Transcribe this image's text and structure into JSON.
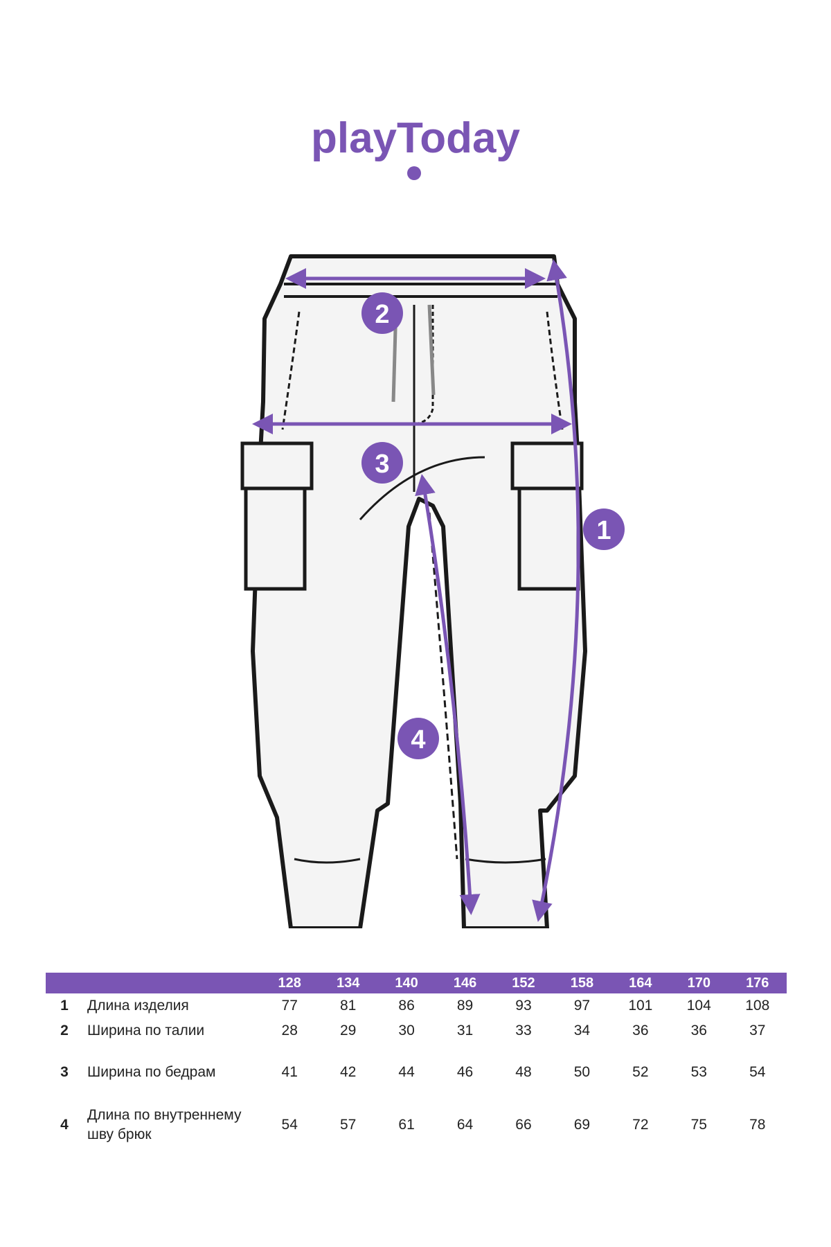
{
  "brand": {
    "name": "playToday",
    "color": "#7a55b4"
  },
  "diagram": {
    "markers": [
      "1",
      "2",
      "3",
      "4"
    ],
    "accent": "#7a55b4",
    "outline": "#1a1a1a"
  },
  "size_table": {
    "header_color": "#7a55b4",
    "sizes": [
      "128",
      "134",
      "140",
      "146",
      "152",
      "158",
      "164",
      "170",
      "176"
    ],
    "rows": [
      {
        "num": "1",
        "label": "Длина изделия",
        "values": [
          "77",
          "81",
          "86",
          "89",
          "93",
          "97",
          "101",
          "104",
          "108"
        ]
      },
      {
        "num": "2",
        "label": "Ширина по талии",
        "values": [
          "28",
          "29",
          "30",
          "31",
          "33",
          "34",
          "36",
          "36",
          "37"
        ]
      },
      {
        "num": "3",
        "label": "Ширина по бедрам",
        "values": [
          "41",
          "42",
          "44",
          "46",
          "48",
          "50",
          "52",
          "53",
          "54"
        ]
      },
      {
        "num": "4",
        "label": "Длина по внутреннему шву брюк",
        "values": [
          "54",
          "57",
          "61",
          "64",
          "66",
          "69",
          "72",
          "75",
          "78"
        ]
      }
    ]
  }
}
